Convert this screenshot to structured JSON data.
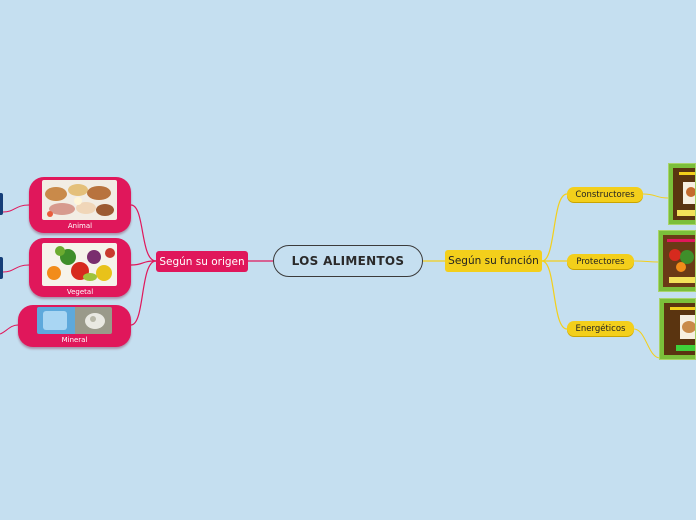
{
  "central": {
    "label": "LOS ALIMENTOS"
  },
  "left_branch": {
    "label": "Según su origen",
    "children": [
      {
        "label": "Animal"
      },
      {
        "label": "Vegetal"
      },
      {
        "label": "Mineral"
      }
    ]
  },
  "right_branch": {
    "label": "Según su función",
    "children": [
      {
        "label": "Constructores"
      },
      {
        "label": "Protectores"
      },
      {
        "label": "Energéticos"
      }
    ]
  },
  "colors": {
    "background": "#c5dff0",
    "left_accent": "#e0175b",
    "right_accent": "#f3cf1b",
    "card_green": "#7bbf3a"
  }
}
